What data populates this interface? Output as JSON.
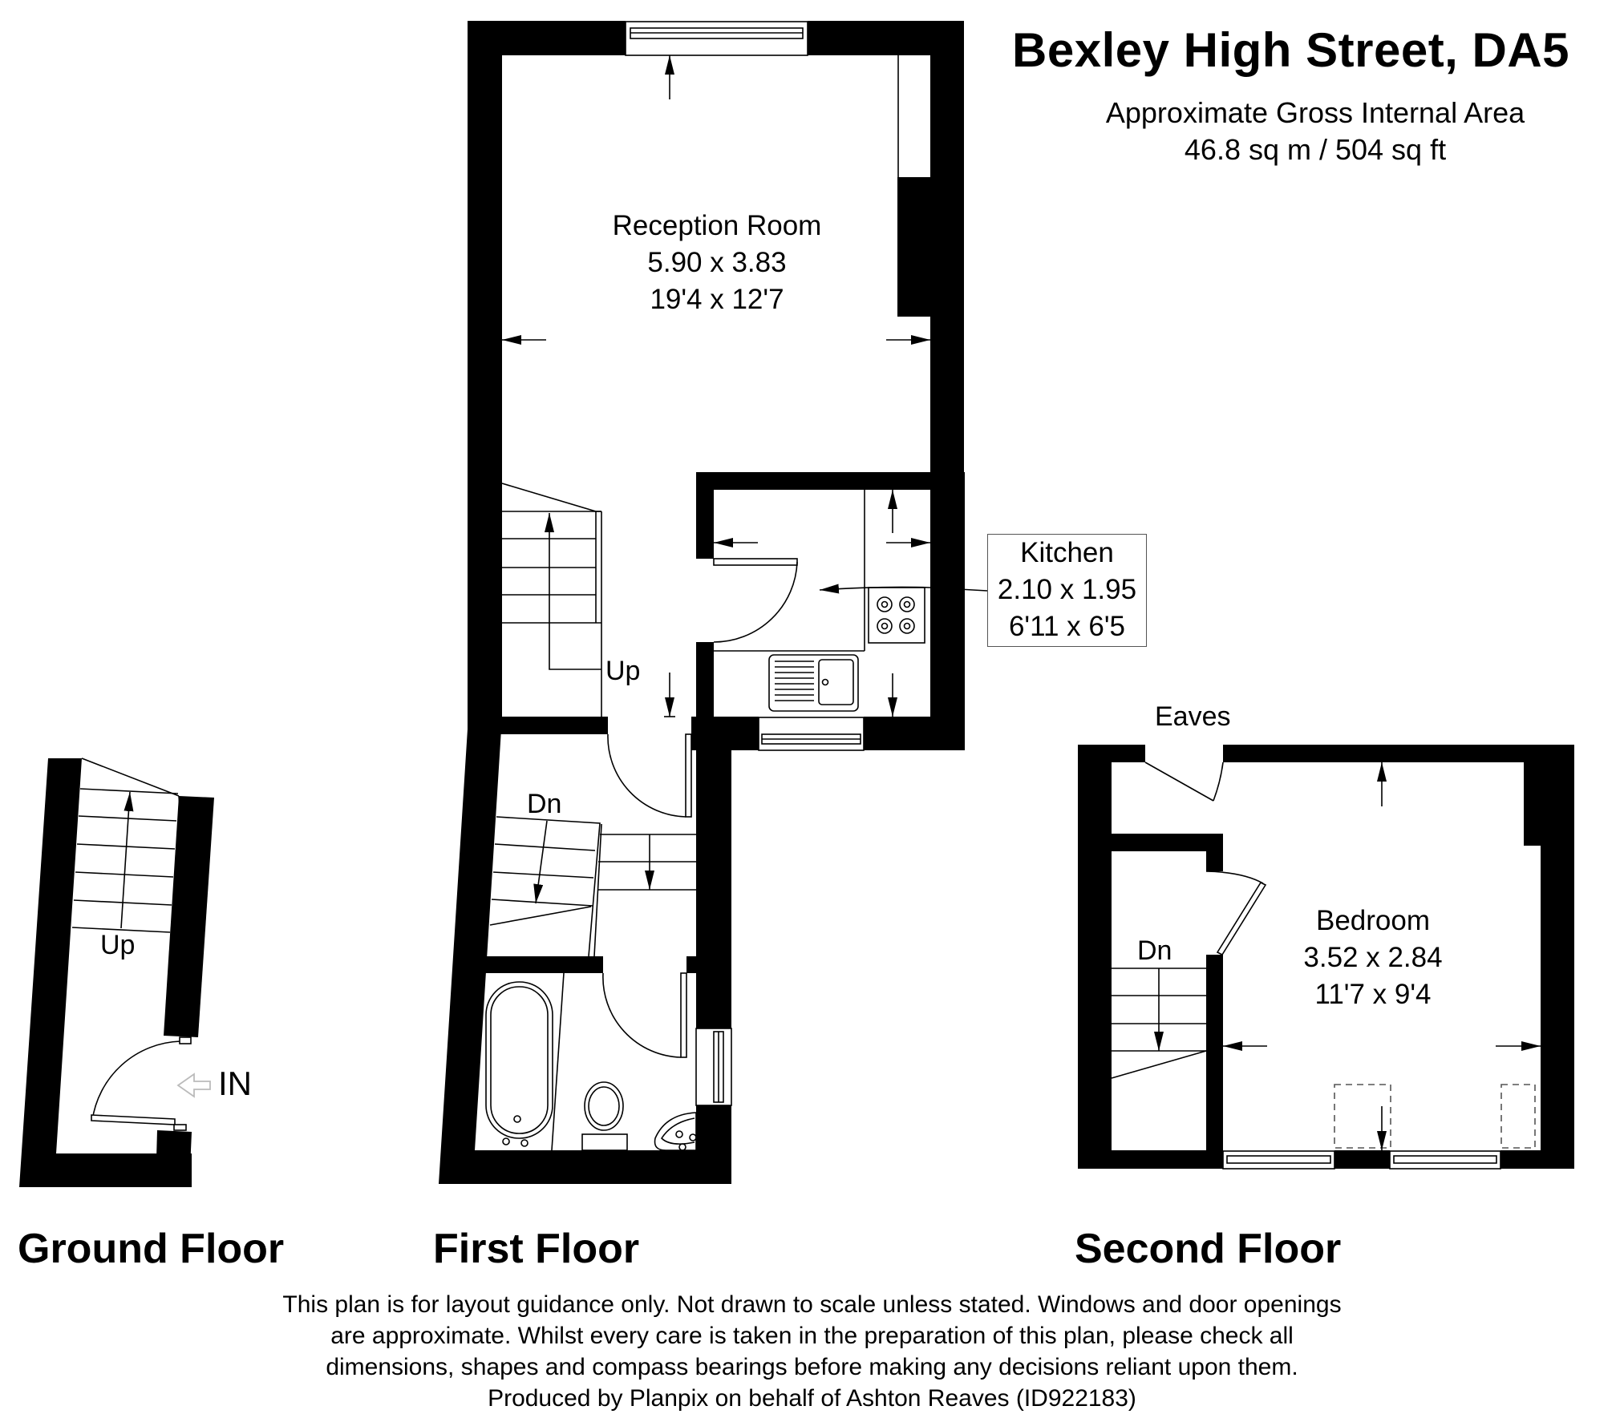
{
  "header": {
    "title": "Bexley High Street, DA5",
    "area_label": "Approximate Gross Internal Area",
    "area_value": "46.8 sq m / 504 sq ft"
  },
  "floors": {
    "ground": {
      "name": "Ground Floor",
      "stairs_label": "Up",
      "entrance_label": "IN"
    },
    "first": {
      "name": "First Floor",
      "stairs_up_label": "Up",
      "stairs_down_label": "Dn",
      "rooms": [
        {
          "name": "Reception Room",
          "metric": "5.90 x 3.83",
          "imperial": "19'4 x 12'7"
        },
        {
          "name": "Kitchen",
          "metric": "2.10 x 1.95",
          "imperial": "6'11 x 6'5"
        }
      ]
    },
    "second": {
      "name": "Second Floor",
      "eaves_label": "Eaves",
      "stairs_down_label": "Dn",
      "rooms": [
        {
          "name": "Bedroom",
          "metric": "3.52 x 2.84",
          "imperial": "11'7 x 9'4"
        }
      ]
    }
  },
  "footer": {
    "lines": [
      "This plan is for layout guidance only. Not drawn to scale unless stated. Windows and door openings",
      "are approximate. Whilst every care is taken in the preparation of this plan, please check all",
      "dimensions, shapes and compass bearings before making any decisions reliant upon them.",
      "Produced by Planpix on behalf of Ashton Reaves (ID922183)"
    ]
  },
  "colors": {
    "wall": "#000000",
    "background": "#ffffff",
    "entrance_arrow": "#bbbbbb"
  }
}
